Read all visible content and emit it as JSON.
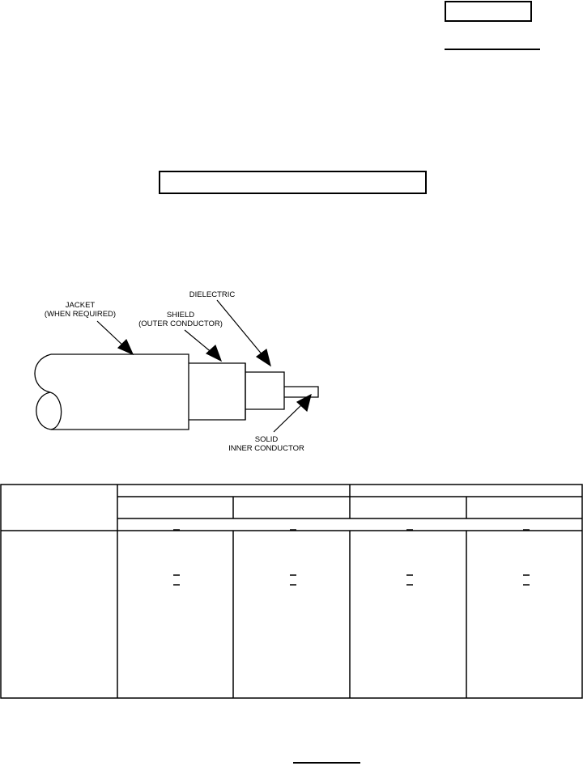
{
  "figure": {
    "labels": {
      "jacket": [
        "JACKET",
        "(WHEN REQUIRED)"
      ],
      "shield": [
        "SHIELD",
        "(OUTER CONDUCTOR)"
      ],
      "dielectric": [
        "DIELECTRIC"
      ],
      "inner": [
        "SOLID",
        "INNER CONDUCTOR"
      ]
    }
  },
  "table": {
    "rows_with_marks": 2,
    "data_columns": 4
  }
}
